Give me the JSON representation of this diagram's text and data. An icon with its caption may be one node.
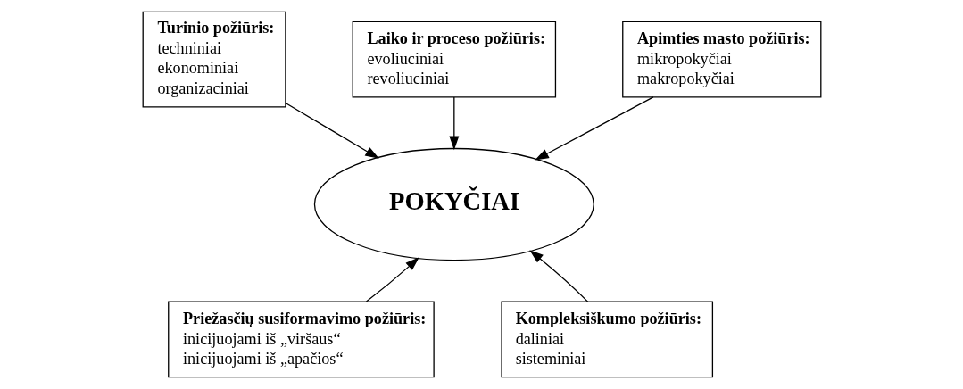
{
  "diagram": {
    "nodes": [
      {
        "text": [
          "Turinio požiūris:",
          "techniniai",
          "ekonominiai",
          "organizaciniai"
        ]
      },
      {
        "text": [
          "Laiko ir proceso požiūris:",
          "evoliuciniai",
          "revoliuciniai"
        ]
      },
      {
        "text": [
          "Apimties masto požiūris:",
          "mikropokyčiai",
          "makropokyčiai"
        ]
      },
      {
        "text": [
          "POKYČIAI"
        ]
      },
      {
        "text": [
          "Priežasčių susiformavimo požiūris:",
          "inicijuojami iš „viršaus“",
          "inicijuojami iš „apačios“"
        ]
      },
      {
        "text": [
          "Kompleksiškumo požiūris:",
          "daliniai",
          "sisteminiai"
        ]
      }
    ],
    "edges": [
      {
        "from": 0,
        "to": 3,
        "arrow": "to"
      },
      {
        "from": 1,
        "to": 3,
        "arrow": "to"
      },
      {
        "from": 2,
        "to": 3,
        "arrow": "to"
      },
      {
        "from": 4,
        "to": 3,
        "arrow": "to"
      },
      {
        "from": 5,
        "to": 3,
        "arrow": "to"
      }
    ]
  }
}
